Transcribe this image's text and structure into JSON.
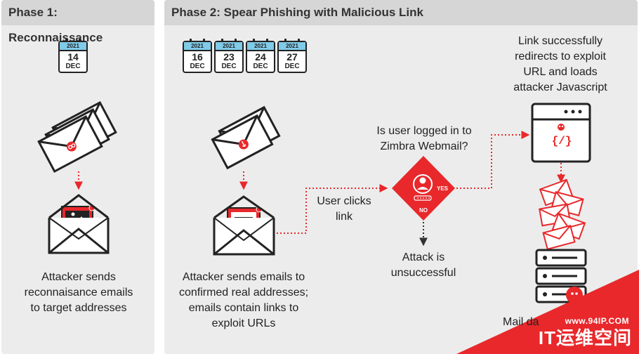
{
  "phase1": {
    "title": "Phase 1: Reconnaissance",
    "calendar": {
      "year": "2021",
      "day": "14",
      "month": "DEC"
    },
    "caption": [
      "Attacker sends",
      "reconnaisance emails",
      "to target addresses"
    ]
  },
  "phase2": {
    "title": "Phase 2: Spear Phishing with Malicious Link",
    "calendars": [
      {
        "year": "2021",
        "day": "16",
        "month": "DEC"
      },
      {
        "year": "2021",
        "day": "23",
        "month": "DEC"
      },
      {
        "year": "2021",
        "day": "24",
        "month": "DEC"
      },
      {
        "year": "2021",
        "day": "27",
        "month": "DEC"
      }
    ],
    "caption": [
      "Attacker sends emails to",
      "confirmed real addresses;",
      "emails contain links to",
      "exploit URLs"
    ],
    "user_clicks": [
      "User clicks",
      "link"
    ],
    "question": [
      "Is user logged in to",
      "Zimbra Webmail?"
    ],
    "yes_label": "YES",
    "no_label": "NO",
    "unsuccessful": [
      "Attack is",
      "unsuccessful"
    ],
    "redirect": [
      "Link successfully",
      "redirects to exploit",
      "URL and loads",
      "attacker Javascript"
    ],
    "code_symbol": "{/}",
    "mail_caption": "Mail da"
  },
  "watermark": {
    "url": "www.94IP.COM",
    "brand": "IT运维空间"
  },
  "colors": {
    "accent": "#e8282b",
    "panel": "#ececec",
    "header": "#d6d6d6",
    "calendar_top": "#7fcbe8"
  }
}
